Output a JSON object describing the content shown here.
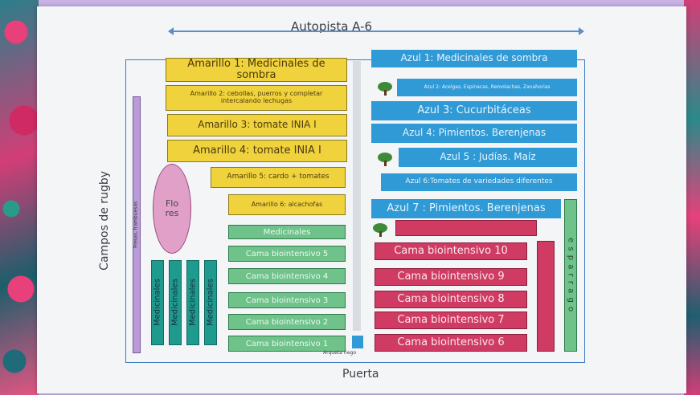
{
  "map": {
    "highway_label": "Autopista A-6",
    "left_label": "Campos de rugby",
    "bottom_label": "Puerta",
    "small_bottom_label": "Arqueta riego",
    "left_strip_label": "Fresas, frambuesas",
    "flowers_label": "Flo res",
    "asparagus_label": "e s p a r r a g o",
    "yellow": [
      "Amarillo 1: Medicinales de sombra",
      "Amarillo 2: cebollas, puerros y completar intercalando lechugas",
      "Amarillo 3: tomate INIA I",
      "Amarillo 4: tomate INIA I",
      "Amarillo 5: cardo + tomates",
      "Amarillo  6: alcachofas"
    ],
    "blue": [
      "Azul 1: Medicinales de sombra",
      "Azul 2: Acelgas, Espinacas, Remolachas, Zanahorias",
      "Azul 3: Cucurbitáceas",
      "Azul 4: Pimientos. Berenjenas",
      "Azul 5 : Judías. Maíz",
      "Azul 6:Tomates de variedades diferentes",
      "Azul 7 : Pimientos. Berenjenas"
    ],
    "green": [
      "Medicinales",
      "Cama biointensivo 5",
      "Cama biointensivo 4",
      "Cama biointensivo 3",
      "Cama biointensivo 2",
      "Cama biointensivo 1"
    ],
    "red": [
      "Cama biointensivo 10",
      "Cama biointensivo 9",
      "Cama biointensivo 8",
      "Cama biointensivo 7",
      "Cama biointensivo 6"
    ],
    "teal": [
      "Medicinales",
      "Medicinales",
      "Medicinales",
      "Medicinales"
    ]
  }
}
